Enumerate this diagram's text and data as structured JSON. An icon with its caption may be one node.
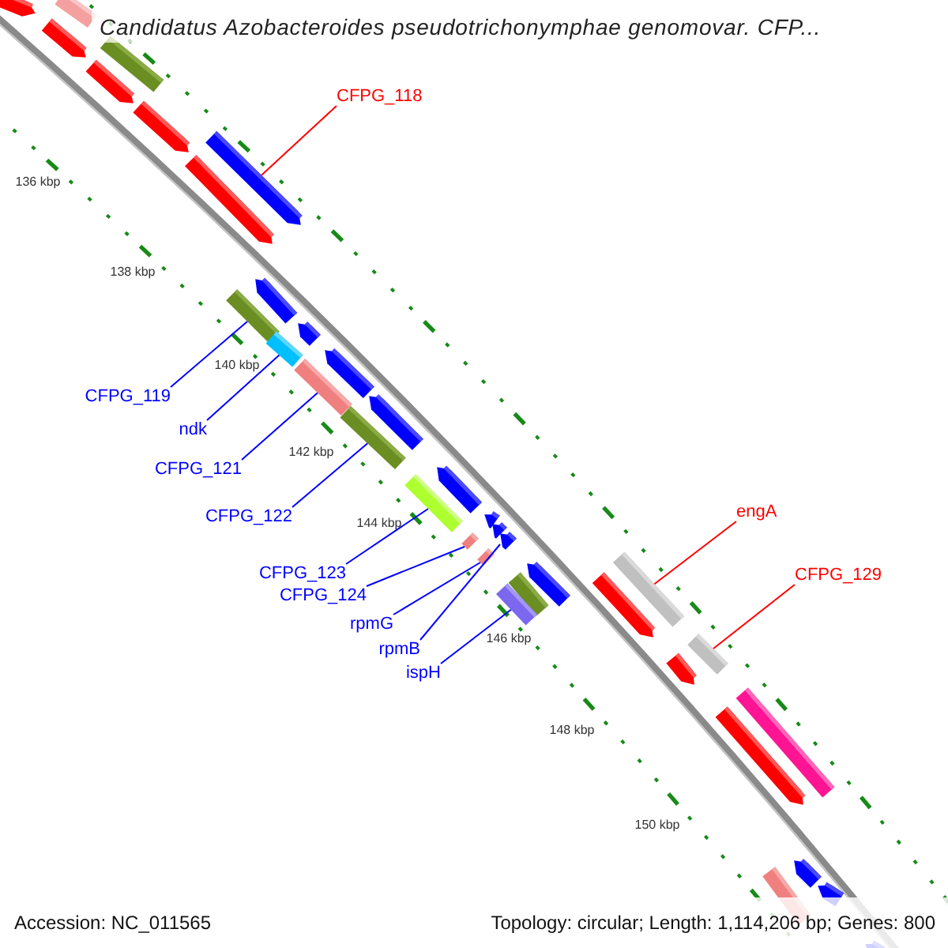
{
  "diagram": {
    "title": "Candidatus Azobacteroides pseudotrichonymphae genomovar. CFP...",
    "nodes": [
      {
        "text": [
          "CFPG_118"
        ]
      },
      {
        "text": [
          "CFPG_119"
        ]
      },
      {
        "text": [
          "ndk"
        ]
      },
      {
        "text": [
          "CFPG_121"
        ]
      },
      {
        "text": [
          "CFPG_122"
        ]
      },
      {
        "text": [
          "CFPG_123"
        ]
      },
      {
        "text": [
          "CFPG_124"
        ]
      },
      {
        "text": [
          "rpmG"
        ]
      },
      {
        "text": [
          "rpmB"
        ]
      },
      {
        "text": [
          "ispH"
        ]
      },
      {
        "text": [
          "engA"
        ]
      },
      {
        "text": [
          "CFPG_129"
        ]
      },
      {
        "text": [],
        "shape": "pentagon"
      },
      {
        "text": [],
        "shape": "bar"
      },
      {
        "text": [],
        "shape": "pentagon"
      },
      {
        "text": [],
        "shape": "bar"
      },
      {
        "text": [],
        "shape": "pentagon"
      },
      {
        "text": [],
        "shape": "pentagon"
      },
      {
        "text": [],
        "shape": "pentagon"
      },
      {
        "text": [],
        "shape": "pentagon"
      },
      {
        "text": [],
        "shape": "pentagon"
      },
      {
        "text": [],
        "shape": "bar"
      },
      {
        "text": [],
        "shape": "pentagon"
      },
      {
        "text": [],
        "shape": "bar"
      },
      {
        "text": [],
        "shape": "pentagon"
      },
      {
        "text": [],
        "shape": "bar"
      },
      {
        "text": [],
        "shape": "pentagon"
      },
      {
        "text": [],
        "shape": "bar"
      },
      {
        "text": [],
        "shape": "pentagon"
      },
      {
        "text": [],
        "shape": "bar"
      },
      {
        "text": [],
        "shape": "pentagon"
      },
      {
        "text": [],
        "shape": "pentagon"
      },
      {
        "text": [],
        "shape": "pentagon"
      },
      {
        "text": [],
        "shape": "bar"
      },
      {
        "text": [],
        "shape": "bar"
      },
      {
        "text": [],
        "shape": "bar"
      },
      {
        "text": [],
        "shape": "pentagon"
      },
      {
        "text": [],
        "shape": "pentagon"
      },
      {
        "text": [],
        "shape": "bar"
      },
      {
        "text": [],
        "shape": "bar"
      },
      {
        "text": [],
        "shape": "bar"
      },
      {
        "text": [],
        "shape": "pentagon"
      },
      {
        "text": [],
        "shape": "bar"
      },
      {
        "text": [],
        "shape": "pentagon"
      },
      {
        "text": [],
        "shape": "pentagon"
      },
      {
        "text": [],
        "shape": "bar"
      },
      {
        "text": [],
        "shape": "pentagon"
      },
      {
        "text": [],
        "shape": "pentagon"
      }
    ],
    "edges": [
      {
        "from": 0,
        "to": 18,
        "arrow": "none",
        "color": "#ff0000"
      },
      {
        "from": 1,
        "to": 21,
        "arrow": "none"
      },
      {
        "from": 2,
        "to": 23,
        "arrow": "none"
      },
      {
        "from": 3,
        "to": 25,
        "arrow": "none"
      },
      {
        "from": 4,
        "to": 27,
        "arrow": "none"
      },
      {
        "from": 5,
        "to": 29,
        "arrow": "none"
      },
      {
        "from": 6,
        "to": 33,
        "arrow": "none"
      },
      {
        "from": 7,
        "to": 34,
        "arrow": "none"
      },
      {
        "from": 8,
        "to": 32,
        "arrow": "none"
      },
      {
        "from": 9,
        "to": 39,
        "arrow": "none"
      },
      {
        "from": 10,
        "to": 35,
        "arrow": "none",
        "color": "#ff0000"
      },
      {
        "from": 11,
        "to": 40,
        "arrow": "none",
        "color": "#ff0000"
      }
    ],
    "labels": [
      "136 kbp",
      "138 kbp",
      "140 kbp",
      "142 kbp",
      "144 kbp",
      "146 kbp",
      "148 kbp",
      "150 kbp",
      "Accession: NC_011565",
      "Topology: circular; Length: 1,114,206 bp; Genes: 800"
    ]
  }
}
